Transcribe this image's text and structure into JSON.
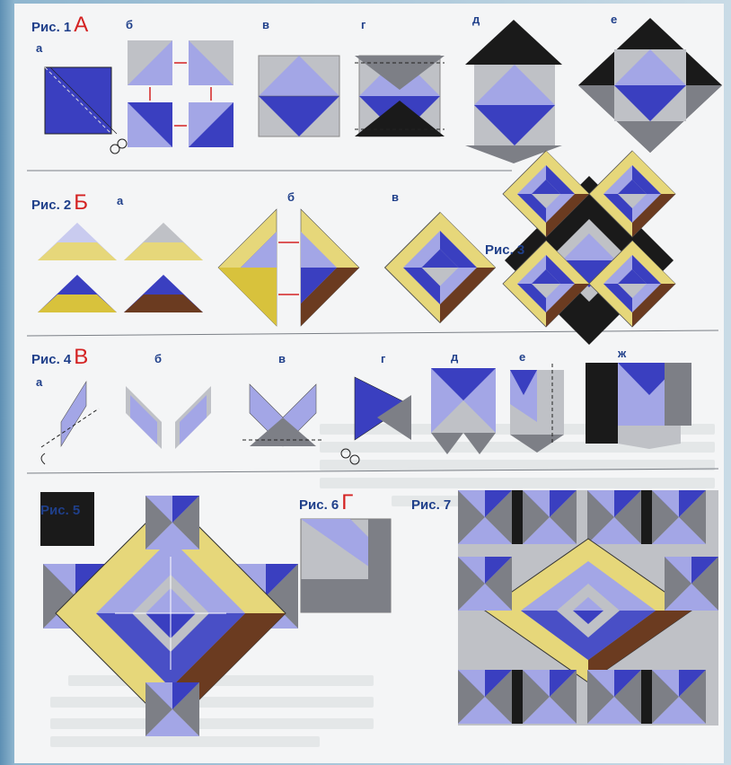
{
  "colors": {
    "blue": "#3a3fc0",
    "lavender": "#a3a6e6",
    "light_gray": "#bfc1c6",
    "gray": "#7d7f86",
    "black": "#1a1a1a",
    "yellow": "#e6d77a",
    "brown": "#6b3b20",
    "red": "#d42222",
    "navy": "#1f3f8a"
  },
  "figures": [
    {
      "prefix": "Рис. 1",
      "letter": "А"
    },
    {
      "prefix": "Рис. 2",
      "letter": "Б"
    },
    {
      "prefix": "Рис. 3",
      "letter": ""
    },
    {
      "prefix": "Рис. 4",
      "letter": "В"
    },
    {
      "prefix": "Рис. 5",
      "letter": ""
    },
    {
      "prefix": "Рис. 6",
      "letter": "Г"
    },
    {
      "prefix": "Рис. 7",
      "letter": ""
    }
  ],
  "steps": {
    "fig1": [
      "а",
      "б",
      "в",
      "г",
      "д",
      "е"
    ],
    "fig2": [
      "а",
      "б",
      "в"
    ],
    "fig4": [
      "а",
      "б",
      "в",
      "г",
      "д",
      "е",
      "ж"
    ]
  }
}
